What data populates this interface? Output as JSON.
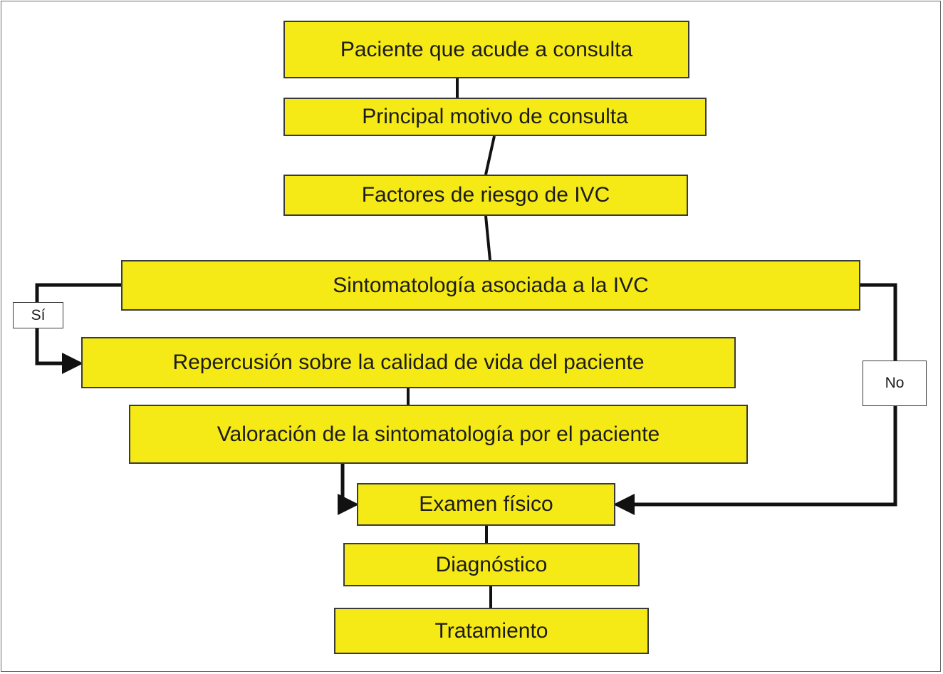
{
  "nodes": {
    "paciente": "Paciente que acude a consulta",
    "motivo": "Principal motivo de consulta",
    "factores": "Factores de riesgo de IVC",
    "sintomatologia": "Sintomatología asociada a la IVC",
    "repercusion": "Repercusión sobre la calidad de vida del paciente",
    "valoracion": "Valoración de la sintomatología por el paciente",
    "examen": "Examen físico",
    "diagnostico": "Diagnóstico",
    "tratamiento": "Tratamiento"
  },
  "branches": {
    "si": "Sí",
    "no": "No"
  },
  "colors": {
    "box_fill": "#f5e916",
    "box_border": "#3a3a3a",
    "connector": "#111111"
  }
}
